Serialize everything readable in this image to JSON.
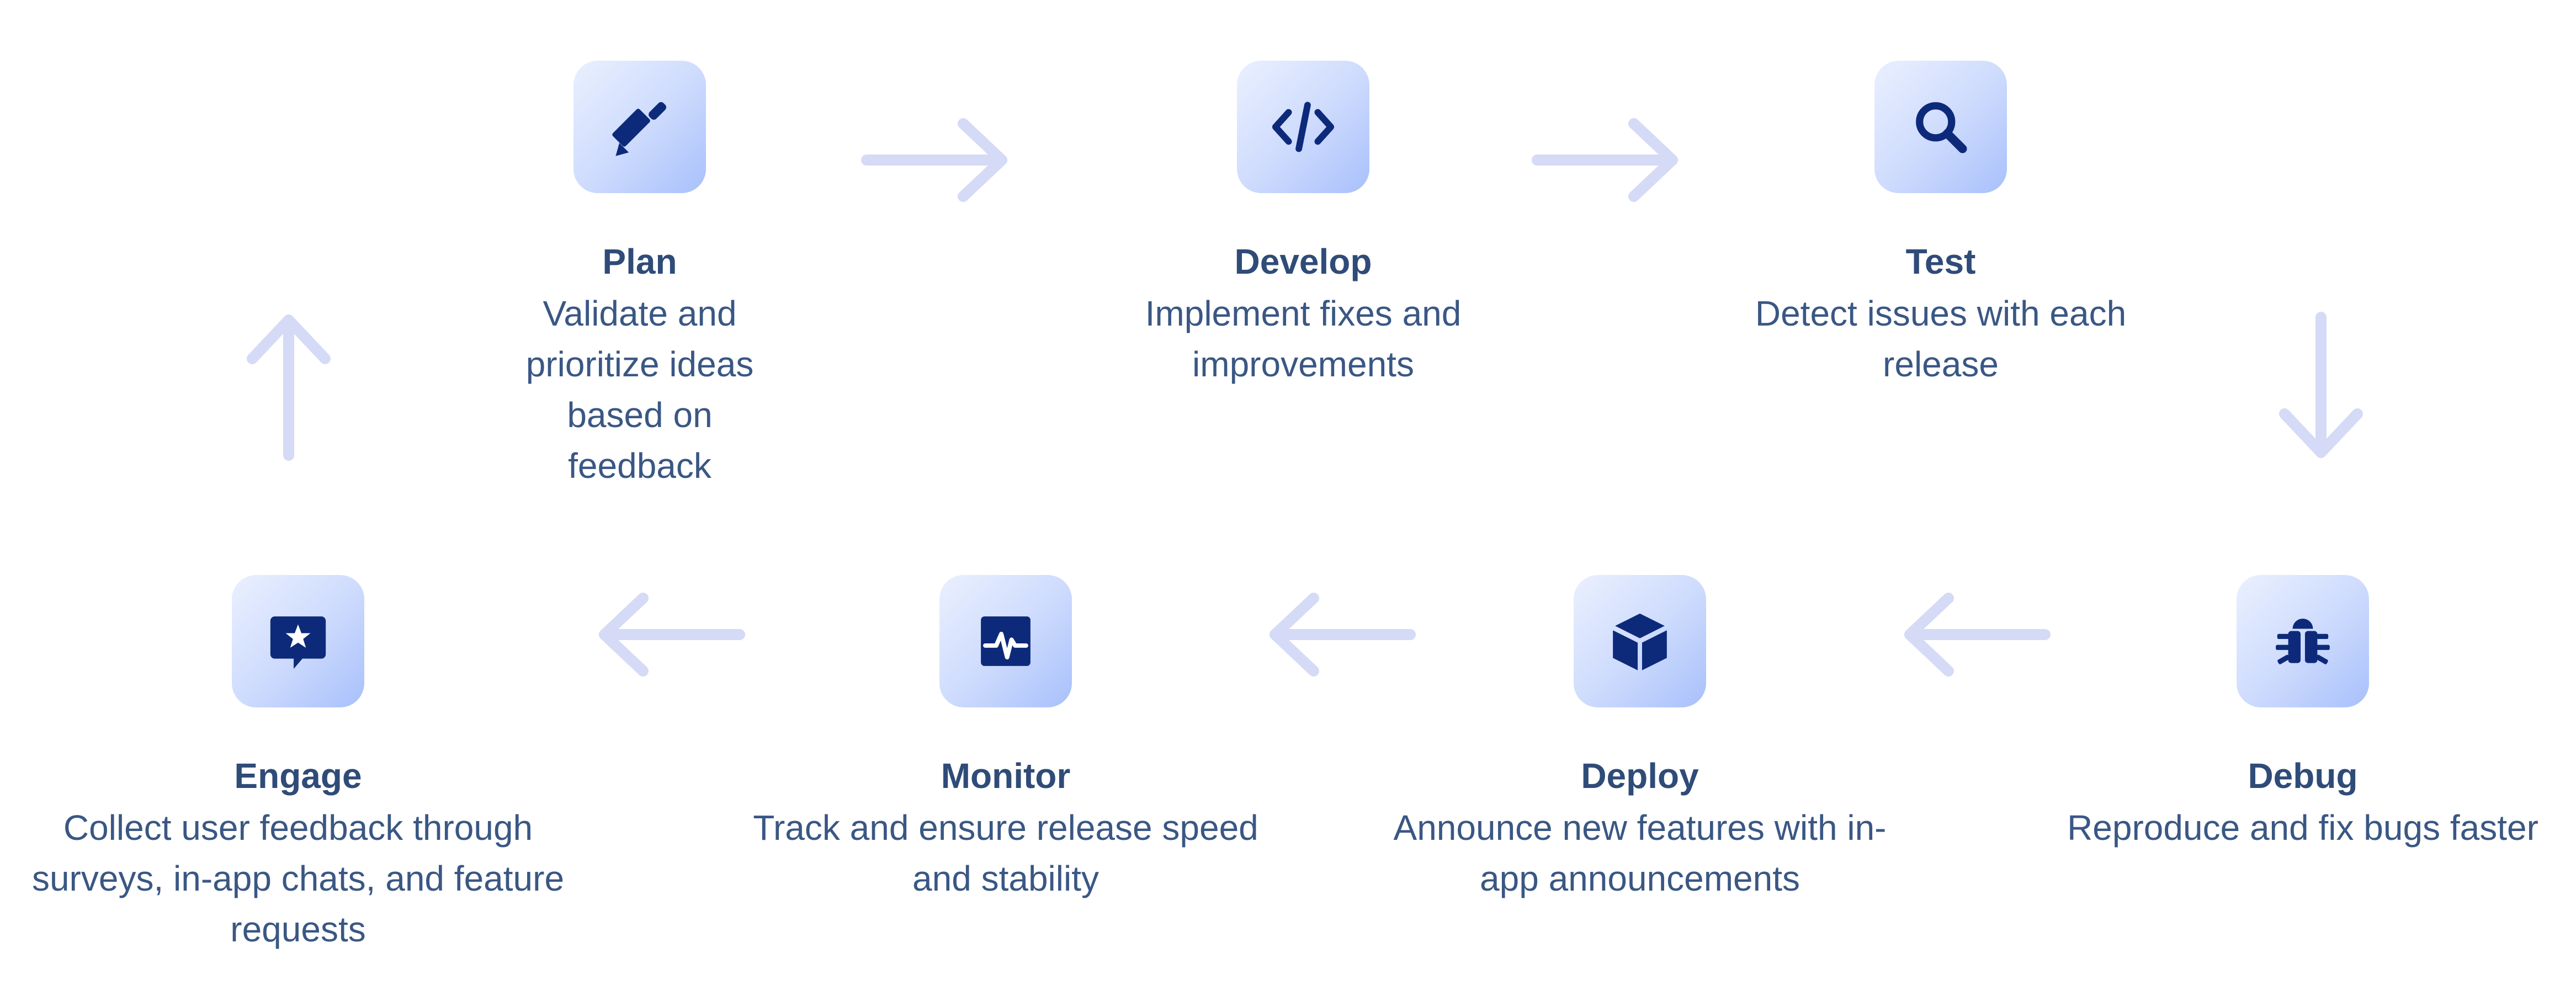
{
  "steps": [
    {
      "id": "plan",
      "title": "Plan",
      "description": "Validate and prioritize ideas based on feedback",
      "icon": "pencil-icon"
    },
    {
      "id": "develop",
      "title": "Develop",
      "description": "Implement fixes and improvements",
      "icon": "code-icon"
    },
    {
      "id": "test",
      "title": "Test",
      "description": "Detect issues with each release",
      "icon": "magnifier-icon"
    },
    {
      "id": "debug",
      "title": "Debug",
      "description": "Reproduce and fix bugs faster",
      "icon": "bug-icon"
    },
    {
      "id": "deploy",
      "title": "Deploy",
      "description": "Announce new features with in-app announcements",
      "icon": "box-icon"
    },
    {
      "id": "monitor",
      "title": "Monitor",
      "description": "Track and ensure release speed and stability",
      "icon": "pulse-icon"
    },
    {
      "id": "engage",
      "title": "Engage",
      "description": "Collect user feedback through surveys, in-app chats, and feature requests",
      "icon": "chat-star-icon"
    }
  ],
  "colors": {
    "icon": "#0d2a7a",
    "arrow": "#d5daf6",
    "title": "#2f4b78",
    "text": "#3a5784"
  }
}
